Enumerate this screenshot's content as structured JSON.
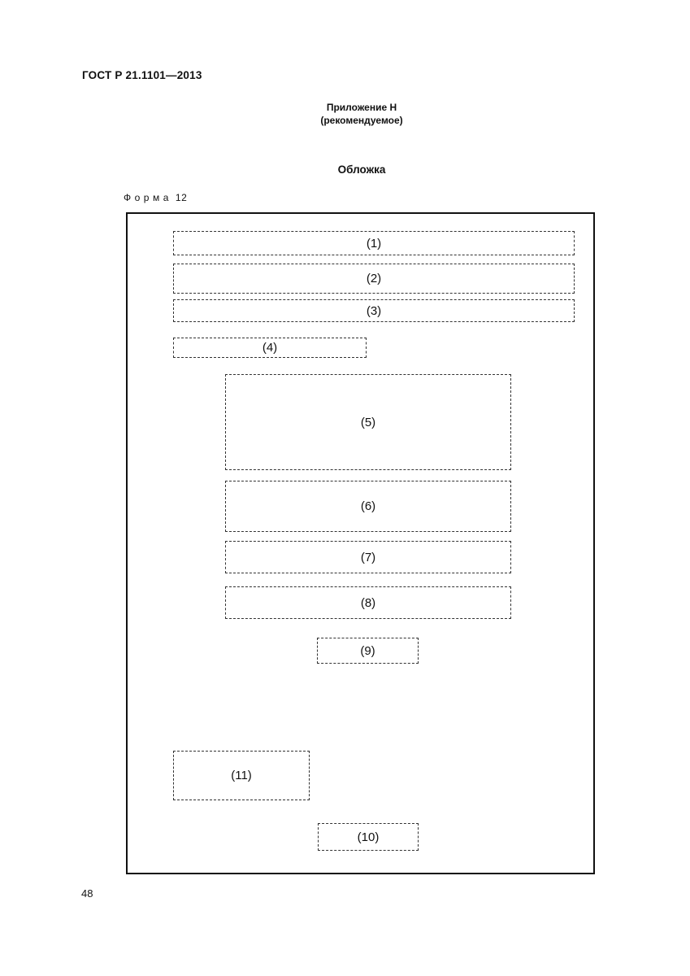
{
  "header": {
    "standard_code": "ГОСТ Р 21.1101—2013"
  },
  "appendix": {
    "title": "Приложение Н",
    "kind": "(рекомендуемое)"
  },
  "cover_title": "Обложка",
  "form": {
    "word": "Форма",
    "number": "12"
  },
  "fields": [
    {
      "label": "(1)"
    },
    {
      "label": "(2)"
    },
    {
      "label": "(3)"
    },
    {
      "label": "(4)"
    },
    {
      "label": "(5)"
    },
    {
      "label": "(6)"
    },
    {
      "label": "(7)"
    },
    {
      "label": "(8)"
    },
    {
      "label": "(9)"
    },
    {
      "label": "(10)"
    },
    {
      "label": "(11)"
    }
  ],
  "page_number": "48"
}
